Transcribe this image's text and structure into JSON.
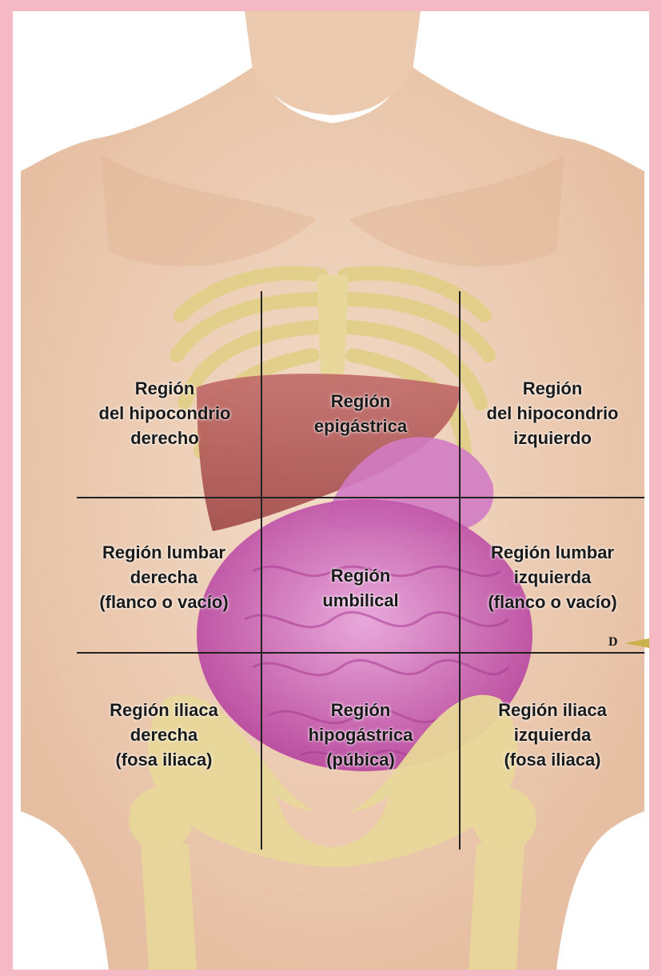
{
  "regions": {
    "hipocondrio_derecho": [
      "Región",
      "del hipocondrio",
      "derecho"
    ],
    "epigastrica": [
      "Región",
      "epigástrica"
    ],
    "hipocondrio_izquierdo": [
      "Región",
      "del hipocondrio",
      "izquierdo"
    ],
    "lumbar_derecha": [
      "Región lumbar",
      "derecha",
      "(flanco o vacío)"
    ],
    "umbilical": [
      "Región",
      "umbilical"
    ],
    "lumbar_izquierda": [
      "Región lumbar",
      "izquierda",
      "(flanco o vacío)"
    ],
    "iliaca_derecha": [
      "Región iliaca",
      "derecha",
      "(fosa iliaca)"
    ],
    "hipogastrica": [
      "Región",
      "hipogástrica",
      "(púbica)"
    ],
    "iliaca_izquierda": [
      "Región iliaca",
      "izquierda",
      "(fosa iliaca)"
    ]
  },
  "pointer_letter": "D",
  "colors": {
    "page_border": "#f4b9c5",
    "skin": "#f0d2bb",
    "bone": "#e8d79a",
    "liver": "#b85a5a",
    "intestine": "#cc6fbf",
    "grid_line": "#222222"
  }
}
